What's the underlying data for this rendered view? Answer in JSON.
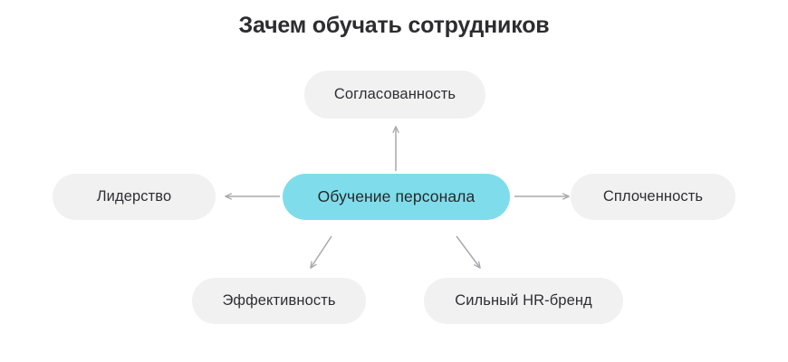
{
  "diagram": {
    "title": "Зачем обучать сотрудников",
    "type": "radial-mind-map",
    "background_color": "#ffffff",
    "title_color": "#2d2d30",
    "central_node_color": "#7fddeb",
    "secondary_node_color": "#f1f1f2",
    "node_text_color": "#2f2f33",
    "arrow_color": "#a8a8ad",
    "central_node": {
      "label": "Обучение персонала"
    },
    "branches": [
      {
        "id": "top",
        "label": "Согласованность",
        "direction": "up"
      },
      {
        "id": "left",
        "label": "Лидерство",
        "direction": "left"
      },
      {
        "id": "right",
        "label": "Сплоченность",
        "direction": "right"
      },
      {
        "id": "bottom-left",
        "label": "Эффективность",
        "direction": "down-left"
      },
      {
        "id": "bottom-right",
        "label": "Сильный HR-бренд",
        "direction": "down-right"
      }
    ]
  }
}
